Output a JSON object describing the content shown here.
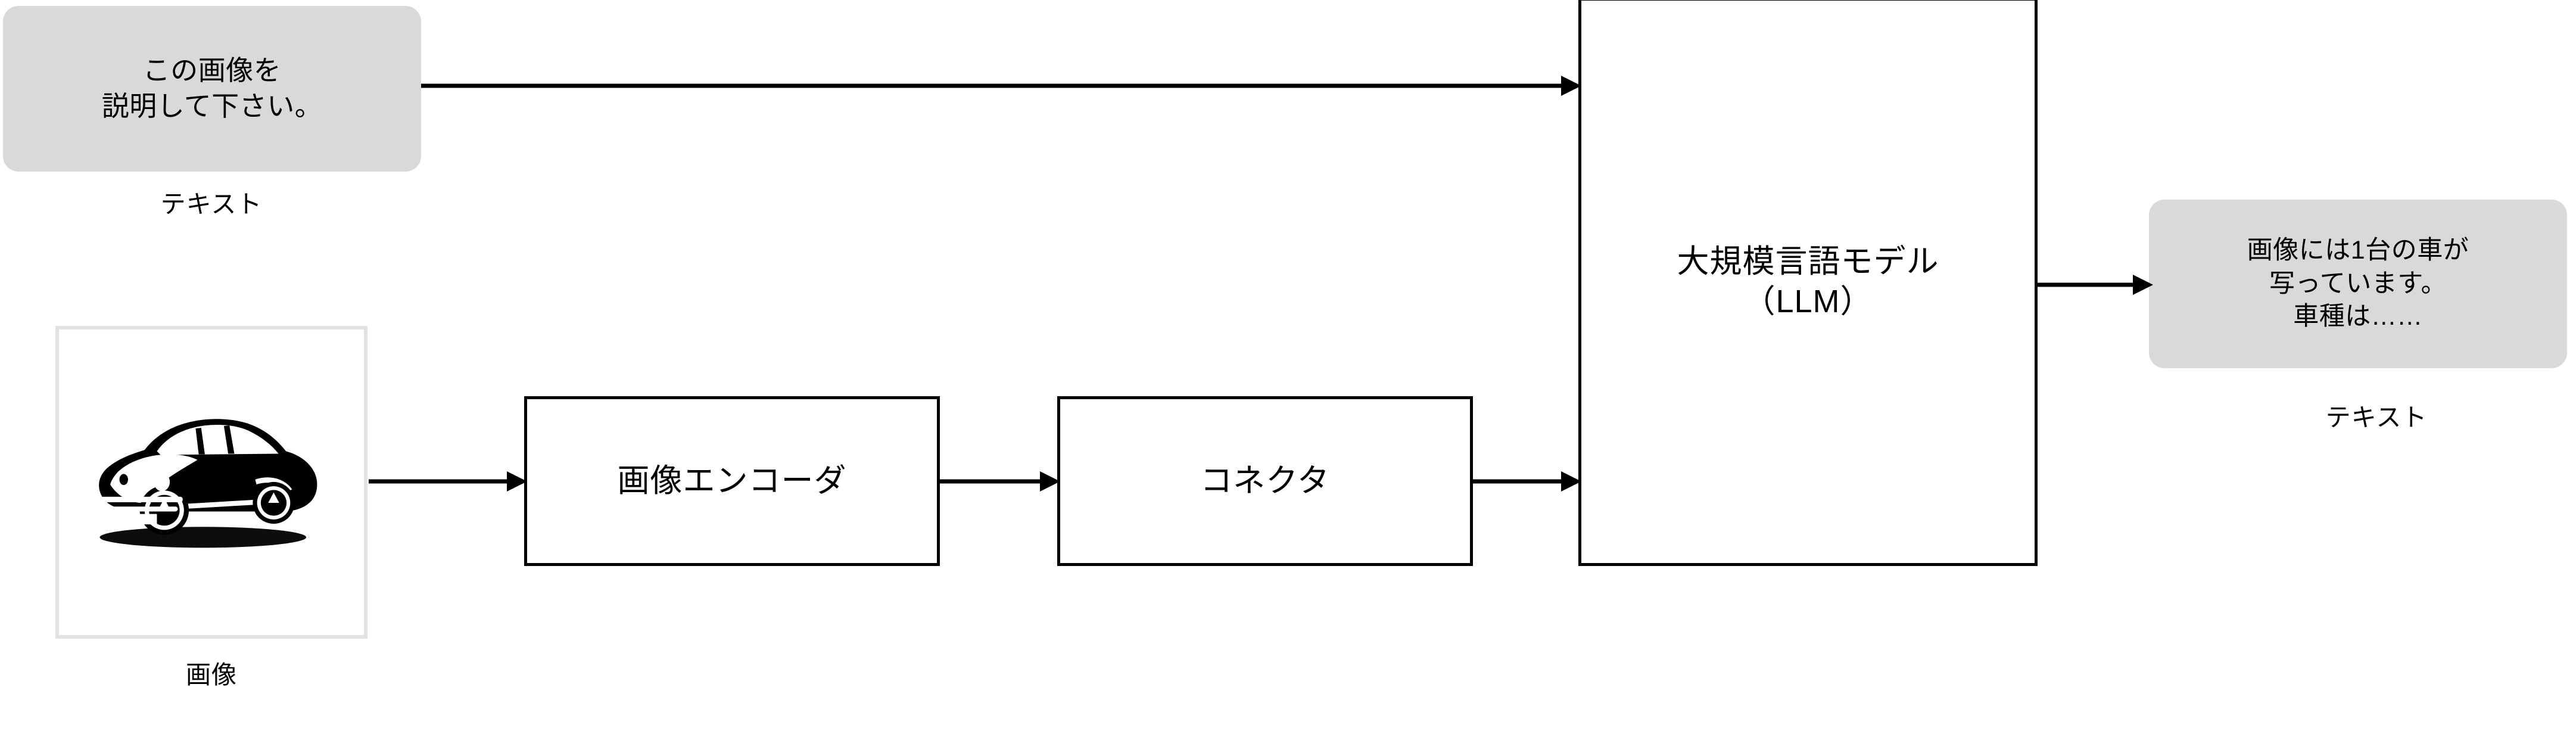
{
  "diagram": {
    "title": "Vision Language Model pipeline",
    "background_color": "#ffffff",
    "bubble_color": "#d9d9d9",
    "box_border_color": "#000000",
    "image_frame_color": "#e2e2e2"
  },
  "input_text_bubble": {
    "text": "この画像を\n説明して下さい。",
    "caption": "テキスト"
  },
  "input_image": {
    "caption": "画像",
    "icon": "car-silhouette-illustration"
  },
  "blocks": [
    {
      "id": "image_encoder",
      "label": "画像エンコーダ"
    },
    {
      "id": "connector",
      "label": "コネクタ"
    },
    {
      "id": "llm",
      "label": "大規模言語モデル\n（LLM）"
    }
  ],
  "output_text_bubble": {
    "text": "画像には1台の車が\n写っています。\n車種は……",
    "caption": "テキスト"
  },
  "arrows": [
    {
      "id": "text-to-llm",
      "from": "input_text_bubble",
      "to": "llm"
    },
    {
      "id": "image-to-encoder",
      "from": "input_image",
      "to": "image_encoder"
    },
    {
      "id": "encoder-to-connector",
      "from": "image_encoder",
      "to": "connector"
    },
    {
      "id": "connector-to-llm",
      "from": "connector",
      "to": "llm"
    },
    {
      "id": "llm-to-output",
      "from": "llm",
      "to": "output_text_bubble"
    }
  ]
}
